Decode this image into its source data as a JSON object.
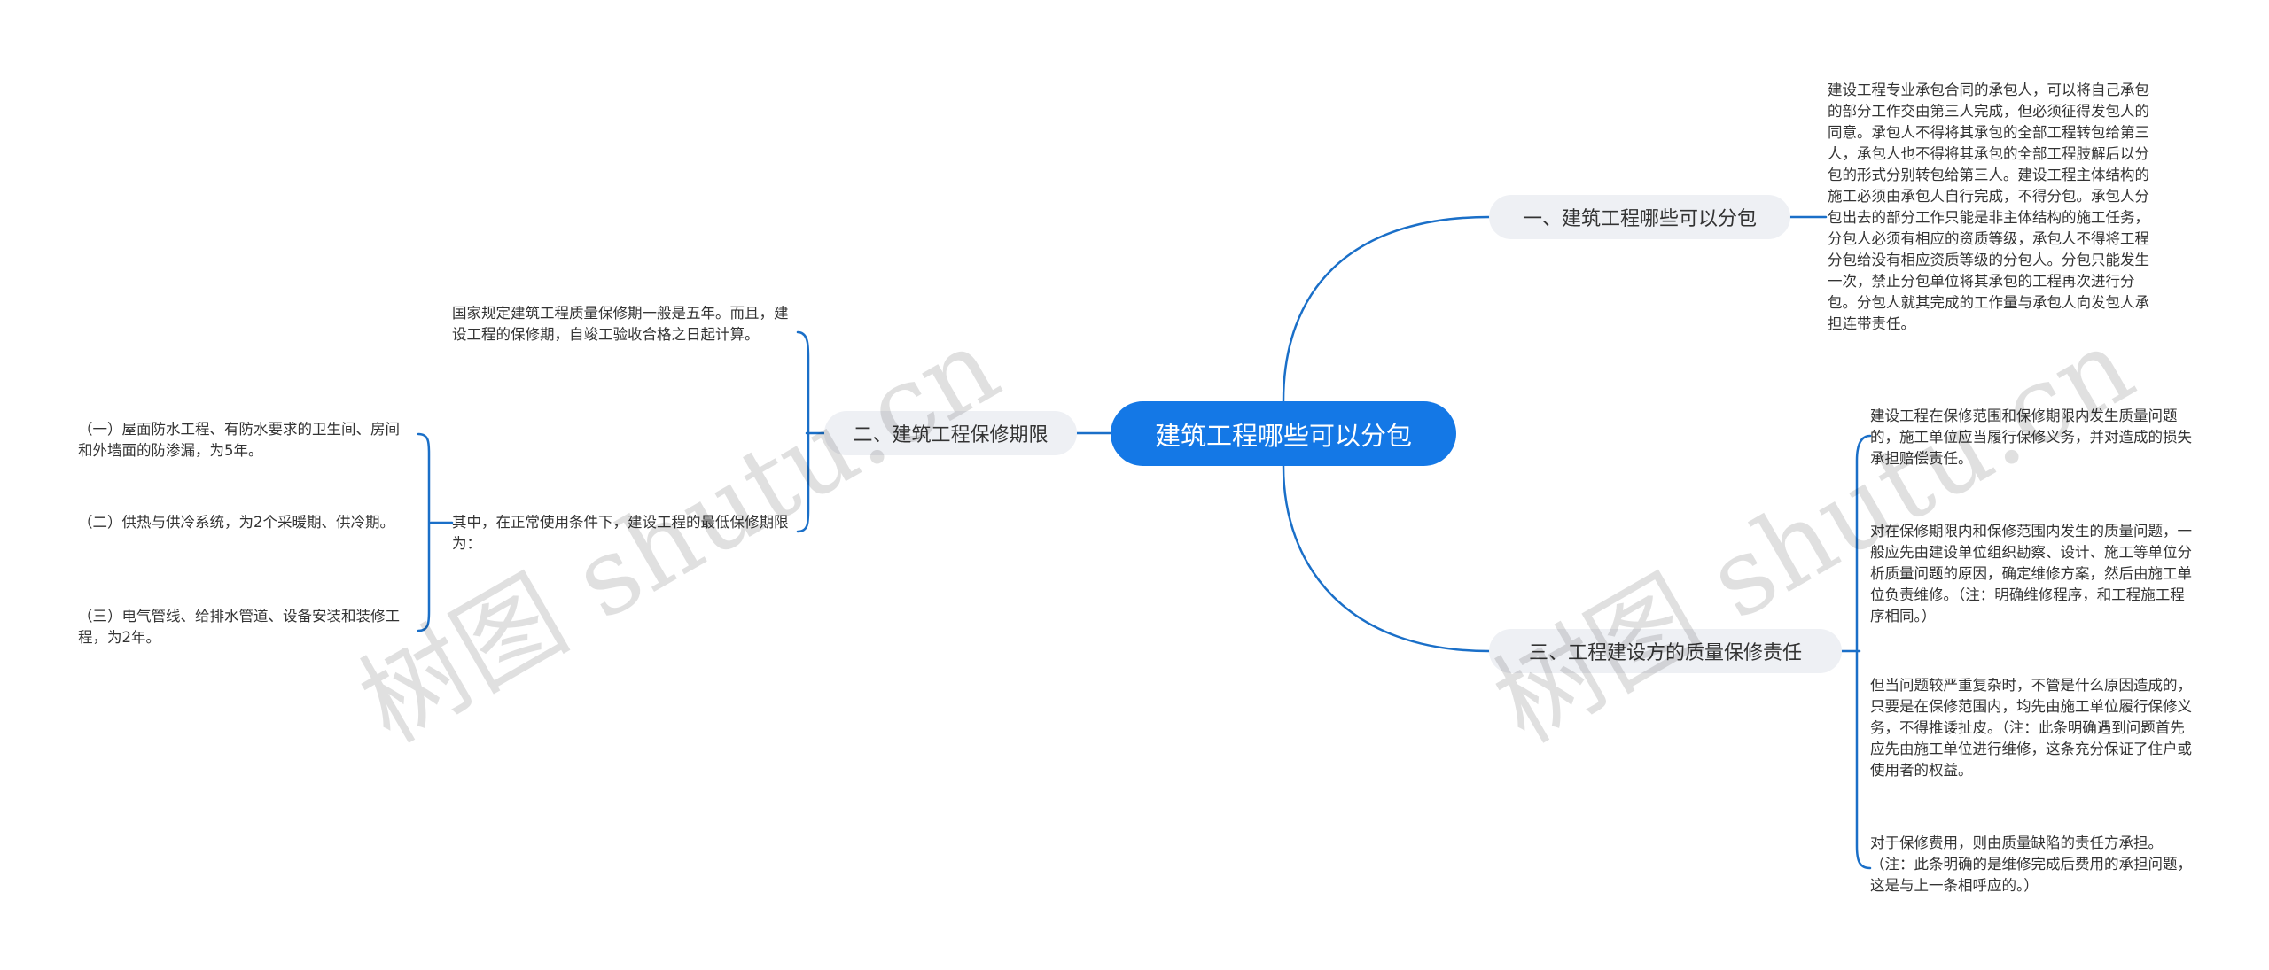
{
  "root": {
    "label": "建筑工程哪些可以分包"
  },
  "branches": {
    "b1": {
      "label": "一、建筑工程哪些可以分包",
      "leaves": [
        "建设工程专业承包合同的承包人，可以将自己承包的部分工作交由第三人完成，但必须征得发包人的同意。承包人不得将其承包的全部工程转包给第三人，承包人也不得将其承包的全部工程肢解后以分包的形式分别转包给第三人。建设工程主体结构的施工必须由承包人自行完成，不得分包。承包人分包出去的部分工作只能是非主体结构的施工任务，分包人必须有相应的资质等级，承包人不得将工程分包给没有相应资质等级的分包人。分包只能发生一次，禁止分包单位将其承包的工程再次进行分包。分包人就其完成的工作量与承包人向发包人承担连带责任。"
      ]
    },
    "b2": {
      "label": "二、建筑工程保修期限",
      "leaves": [
        "国家规定建筑工程质量保修期一般是五年。而且，建设工程的保修期，自竣工验收合格之日起计算。",
        "其中，在正常使用条件下，建设工程的最低保修期限为："
      ],
      "subleaves": [
        "（一）屋面防水工程、有防水要求的卫生间、房间和外墙面的防渗漏，为5年。",
        "（二）供热与供冷系统，为2个采暖期、供冷期。",
        "（三）电气管线、给排水管道、设备安装和装修工程，为2年。"
      ]
    },
    "b3": {
      "label": "三、工程建设方的质量保修责任",
      "leaves": [
        "建设工程在保修范围和保修期限内发生质量问题的，施工单位应当履行保修义务，并对造成的损失承担赔偿责任。",
        "对在保修期限内和保修范围内发生的质量问题，一般应先由建设单位组织勘察、设计、施工等单位分析质量问题的原因，确定维修方案，然后由施工单位负责维修。（注：明确维修程序，和工程施工程序相同。）",
        "但当问题较严重复杂时，不管是什么原因造成的，只要是在保修范围内，均先由施工单位履行保修义务，不得推诿扯皮。（注：此条明确遇到问题首先应先由施工单位进行维修，这条充分保证了住户或使用者的权益。",
        "对于保修费用，则由质量缺陷的责任方承担。（注：此条明确的是维修完成后费用的承担问题，这是与上一条相呼应的。）"
      ]
    }
  },
  "watermark": {
    "text": "树图 shutu.cn"
  },
  "colors": {
    "root_bg": "#1478e6",
    "branch_bg": "#eef0f4",
    "line": "#1a6fc8"
  }
}
